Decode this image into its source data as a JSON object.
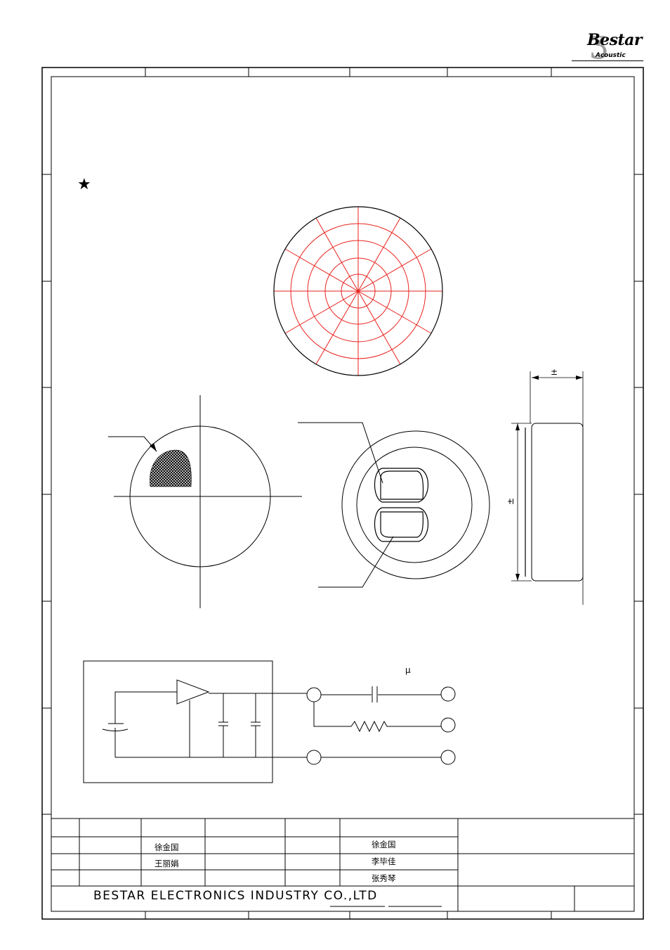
{
  "logo": {
    "brand": "Bestar",
    "sub": "Acoustic"
  },
  "company": "BESTAR ELECTRONICS INDUSTRY CO.,LTD",
  "title_block": {
    "left_names": [
      "徐金国",
      "王丽娟"
    ],
    "right_names": [
      "徐金国",
      "李毕佳",
      "张秀琴"
    ]
  },
  "symbols": {
    "star": "★",
    "plus_minus_top": "±",
    "plus_minus_side": "±",
    "micro": "μ"
  },
  "colors": {
    "polar_grid": "#e8231e",
    "ink": "#000000"
  }
}
